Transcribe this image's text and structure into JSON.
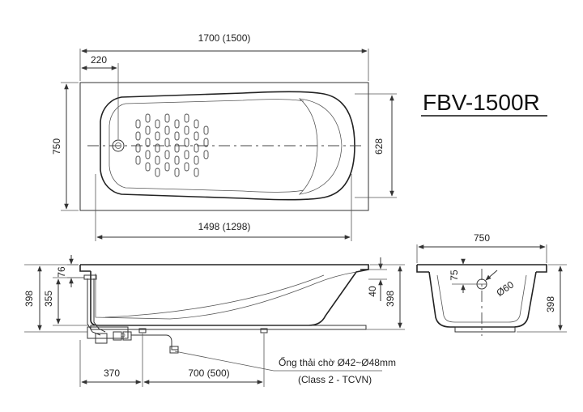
{
  "model": "FBV-1500R",
  "top_view": {
    "length": "1700 (1500)",
    "drain_offset": "220",
    "width": "750",
    "inner_width": "628",
    "inner_length": "1498 (1298)"
  },
  "side_view": {
    "rim": "76",
    "total_height": "398",
    "inner_depth": "355",
    "right_offset": "40",
    "right_height": "398",
    "drain_pos": "370",
    "foot_spacing": "700 (500)",
    "drain_note_line1": "Ống thải chờ Ø42~Ø48mm",
    "drain_note_line2": "(Class 2 - TCVN)"
  },
  "end_view": {
    "width": "750",
    "height": "398",
    "drain_offset": "75",
    "drain_dia": "Ø60"
  }
}
